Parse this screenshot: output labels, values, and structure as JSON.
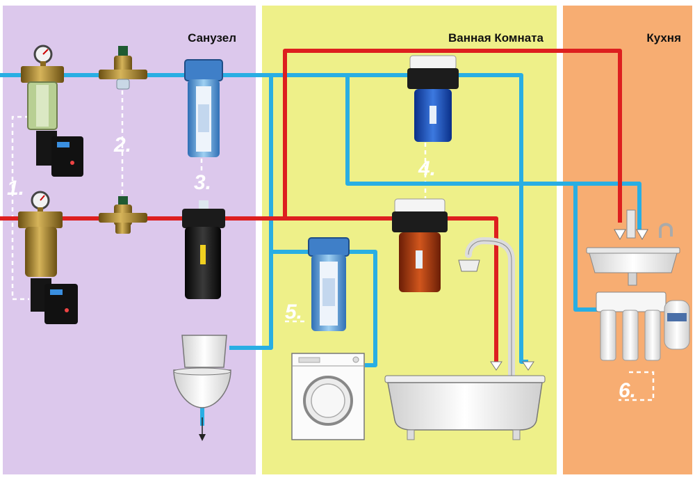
{
  "zones": [
    {
      "id": "bathroom-wc",
      "title": "Санузел",
      "color": "#dcc8ec"
    },
    {
      "id": "bath-room",
      "title": "Ванная Комната",
      "color": "#eef089"
    },
    {
      "id": "kitchen",
      "title": "Кухня",
      "color": "#f7ad72"
    }
  ],
  "step_labels": [
    "1.",
    "2.",
    "3.",
    "4.",
    "5.",
    "6."
  ],
  "pipe_colors": {
    "cold": "#29aee3",
    "hot": "#dd1f1f",
    "dashed": "#ffffff"
  }
}
